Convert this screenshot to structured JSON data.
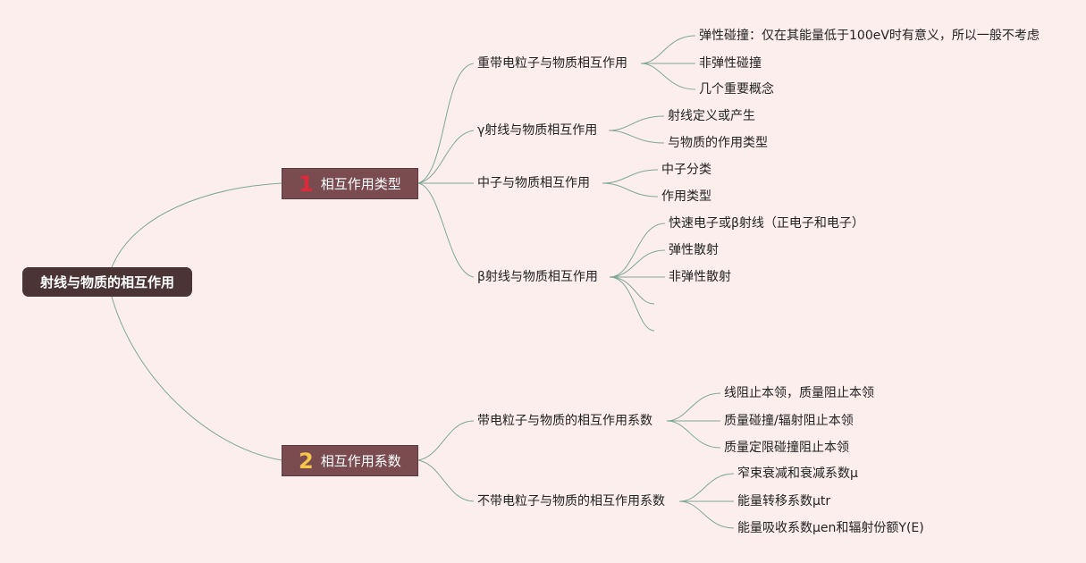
{
  "root": {
    "label": "射线与物质的相互作用"
  },
  "branches": [
    {
      "badge": "1",
      "label": "相互作用类型",
      "children": [
        {
          "label": "重带电粒子与物质相互作用",
          "children": [
            "弹性碰撞：仅在其能量低于100eV时有意义，所以一般不考虑",
            "非弹性碰撞",
            "几个重要概念"
          ]
        },
        {
          "label": "γ射线与物质相互作用",
          "children": [
            "射线定义或产生",
            "与物质的作用类型"
          ]
        },
        {
          "label": "中子与物质相互作用",
          "children": [
            "中子分类",
            "作用类型"
          ]
        },
        {
          "label": "β射线与物质相互作用",
          "children": [
            "快速电子或β射线（正电子和电子）",
            "弹性散射",
            "非弹性散射",
            "",
            ""
          ]
        }
      ]
    },
    {
      "badge": "2",
      "label": "相互作用系数",
      "children": [
        {
          "label": "带电粒子与物质的相互作用系数",
          "children": [
            "线阻止本领，质量阻止本领",
            "质量碰撞/辐射阻止本领",
            "质量定限碰撞阻止本领"
          ]
        },
        {
          "label": "不带电粒子与物质的相互作用系数",
          "children": [
            "窄束衰减和衰减系数μ",
            "能量转移系数μtr",
            "能量吸收系数μen和辐射份额Y(E)"
          ]
        }
      ]
    }
  ],
  "colors": {
    "background": "#fdeeee",
    "line": "#7fa796",
    "root": "#4a3436",
    "branch": "#7a4c50"
  }
}
